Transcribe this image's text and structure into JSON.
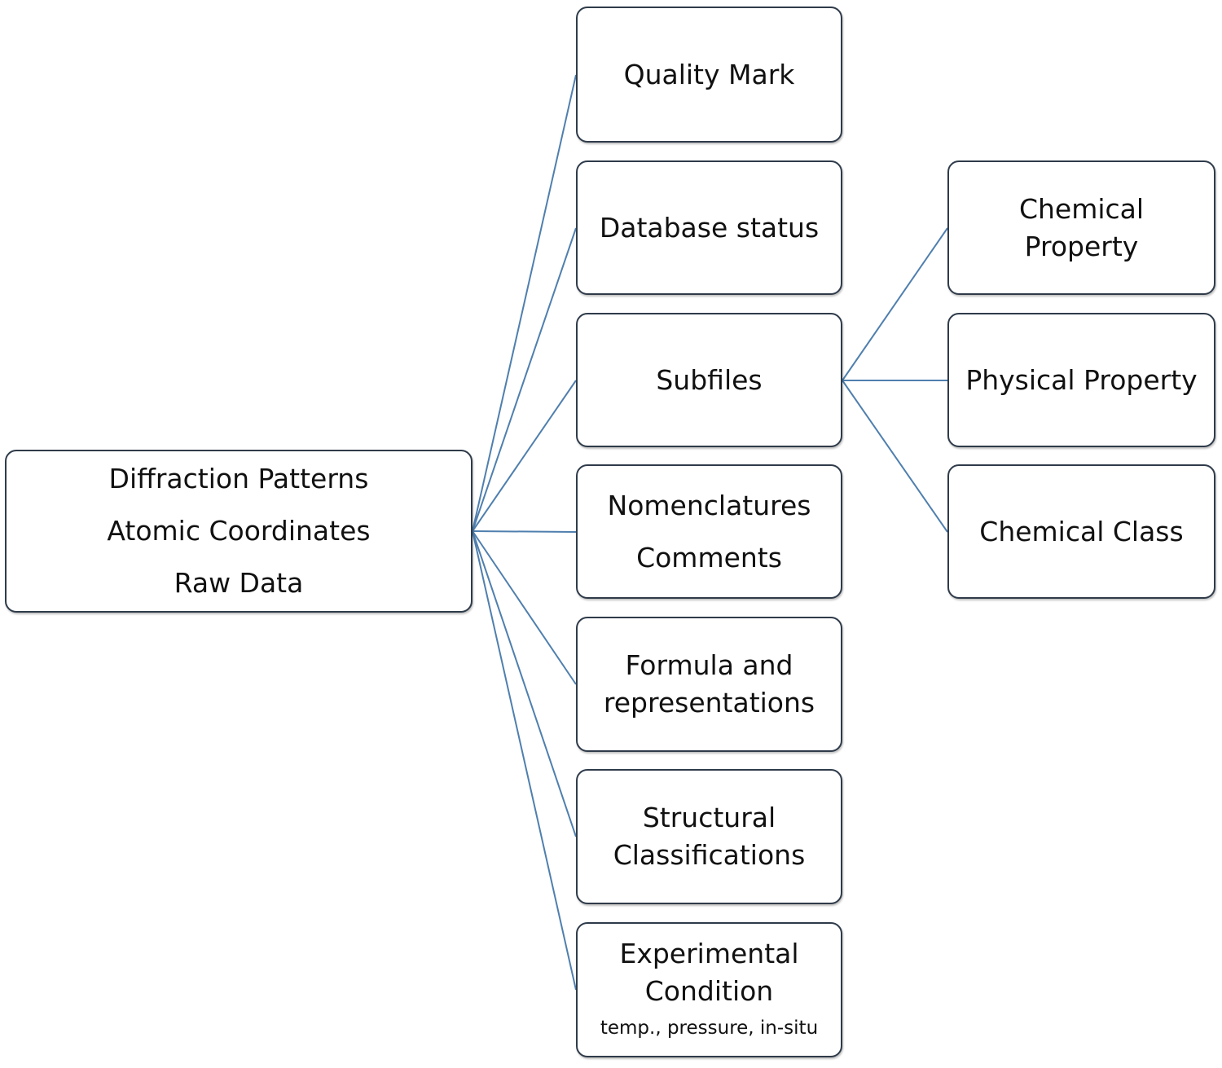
{
  "colors": {
    "connector": "#4f7fae",
    "box_border": "#2f3b4a",
    "background": "#ffffff"
  },
  "root": {
    "lines": [
      "Diffraction Patterns",
      "Atomic Coordinates",
      "Raw Data"
    ]
  },
  "branches": [
    {
      "lines": [
        "Quality Mark"
      ]
    },
    {
      "lines": [
        "Database status"
      ]
    },
    {
      "lines": [
        "Subfiles"
      ]
    },
    {
      "lines": [
        "Nomenclatures",
        "Comments"
      ]
    },
    {
      "lines": [
        "Formula and",
        "representations"
      ]
    },
    {
      "lines": [
        "Structural",
        "Classifications"
      ]
    },
    {
      "lines": [
        "Experimental",
        "Condition"
      ],
      "note": "temp., pressure, in-situ"
    }
  ],
  "subfiles": [
    {
      "lines": [
        "Chemical",
        "Property"
      ]
    },
    {
      "lines": [
        "Physical Property"
      ]
    },
    {
      "lines": [
        "Chemical Class"
      ]
    }
  ]
}
